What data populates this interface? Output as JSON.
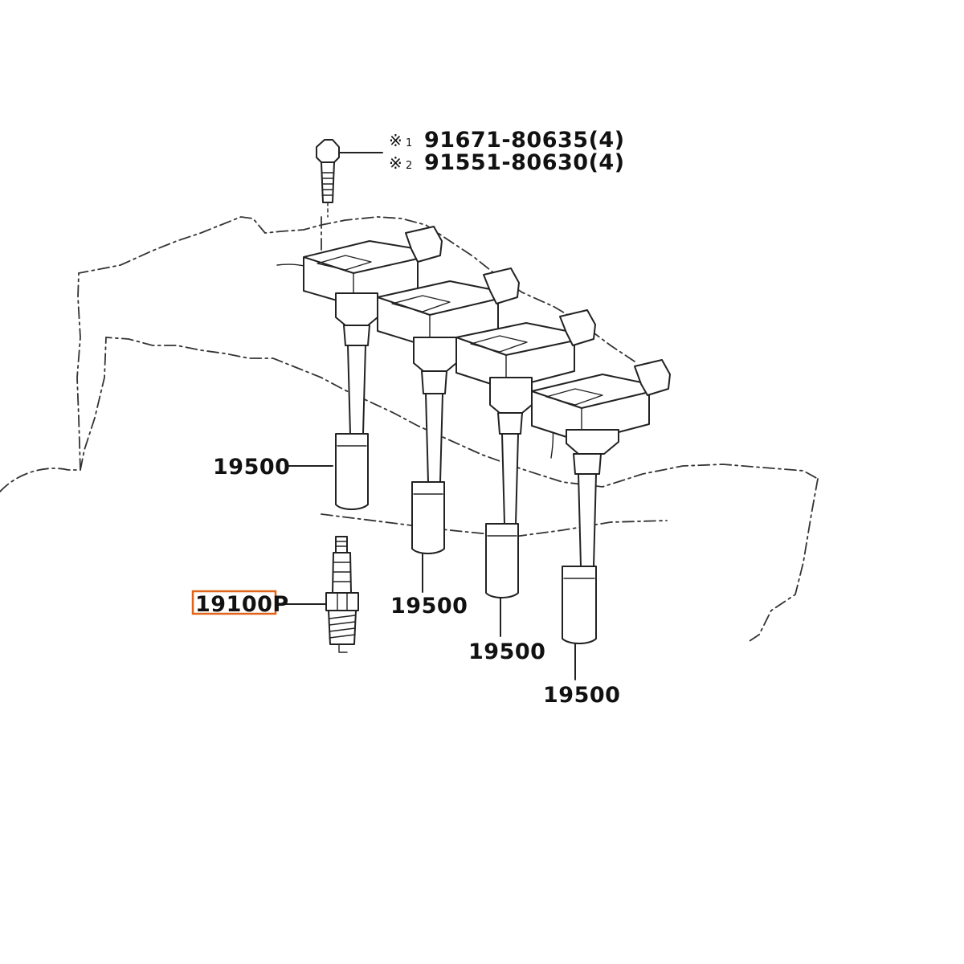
{
  "callouts": {
    "bolt_line1": {
      "mark": "※",
      "index": "1",
      "part": "91671-80635(4)"
    },
    "bolt_line2": {
      "mark": "※",
      "index": "2",
      "part": "91551-80630(4)"
    },
    "coil_1": "19500",
    "coil_2": "19500",
    "coil_3": "19500",
    "coil_4": "19500",
    "spark_plug": "19100P"
  },
  "colors": {
    "line": "#222222",
    "highlight_box": "#e0631a",
    "background": "#ffffff"
  }
}
